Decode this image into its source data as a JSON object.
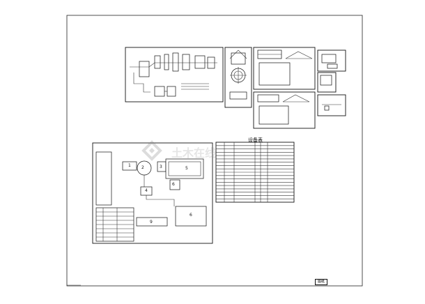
{
  "drawing_sheet": {
    "title_stamp": "图纸"
  },
  "equipment_table": {
    "title": "设备表"
  },
  "process_box_numbers": [
    "1",
    "2",
    "3",
    "4",
    "5",
    "6",
    "6",
    "9"
  ],
  "watermark": {
    "logo_text": "土木在线"
  },
  "colors": {
    "line": "#111111",
    "background": "#ffffff",
    "watermark": "#9a9a9a"
  }
}
